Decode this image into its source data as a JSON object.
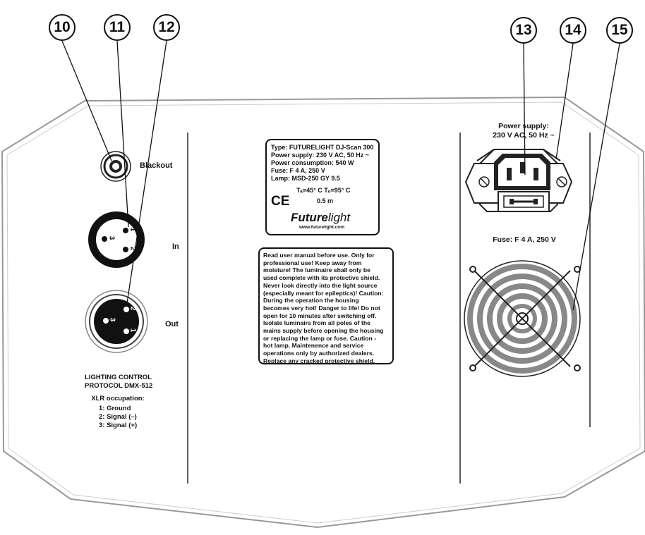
{
  "callouts": [
    "10",
    "11",
    "12",
    "13",
    "14",
    "15"
  ],
  "left_panel": {
    "blackout_label": "Blackout",
    "in_label": "In",
    "out_label": "Out",
    "xlr_in_pins": [
      "1",
      "3",
      "2"
    ],
    "xlr_out_pins": [
      "2",
      "3",
      "1"
    ],
    "protocol_lines": [
      "LIGHTING CONTROL",
      "PROTOCOL DMX-512"
    ],
    "xlr_title": "XLR occupation:",
    "xlr_pins": [
      "1: Ground",
      "2: Signal (–)",
      "3: Signal (+)"
    ]
  },
  "type_plate": {
    "lines": [
      "Type: FUTURELIGHT DJ-Scan 300",
      "Power supply: 230 V AC, 50 Hz ~",
      "Power consumption: 540 W",
      "Fuse: F 4 A, 250 V",
      "Lamp: MSD-250 GY 9.5"
    ],
    "temps": "Tₐ=45° C  Tₒ=95° C",
    "ce": "CE",
    "distance": "0.5 m",
    "brand_a": "Future",
    "brand_b": "light",
    "url": "www.futurelight.com"
  },
  "warning": {
    "lines": [
      "Read user manual before use. Only for",
      "professional use! Keep away from",
      "moisture! The luminaire shall only be",
      "used complete with its protective shield.",
      "Never look directly into the light source",
      "(especially meant for epileptics)! Caution:",
      "During the operation the housing",
      "becomes very hot! Danger to life! Do not",
      "open for 10 minutes after switching off.",
      "Isolate luminairs from all poles of the",
      "mains supply before opening the housing",
      "or  replacing the lamp or fuse. Caution -",
      "hot lamp. Maintenence and service",
      "operations only by authorized dealers.",
      "Replace any cracked protective shield."
    ]
  },
  "right_panel": {
    "power_lines": [
      "Power supply:",
      "230 V AC, 50 Hz ~"
    ],
    "fuse_label": "Fuse: F 4 A, 250 V"
  }
}
